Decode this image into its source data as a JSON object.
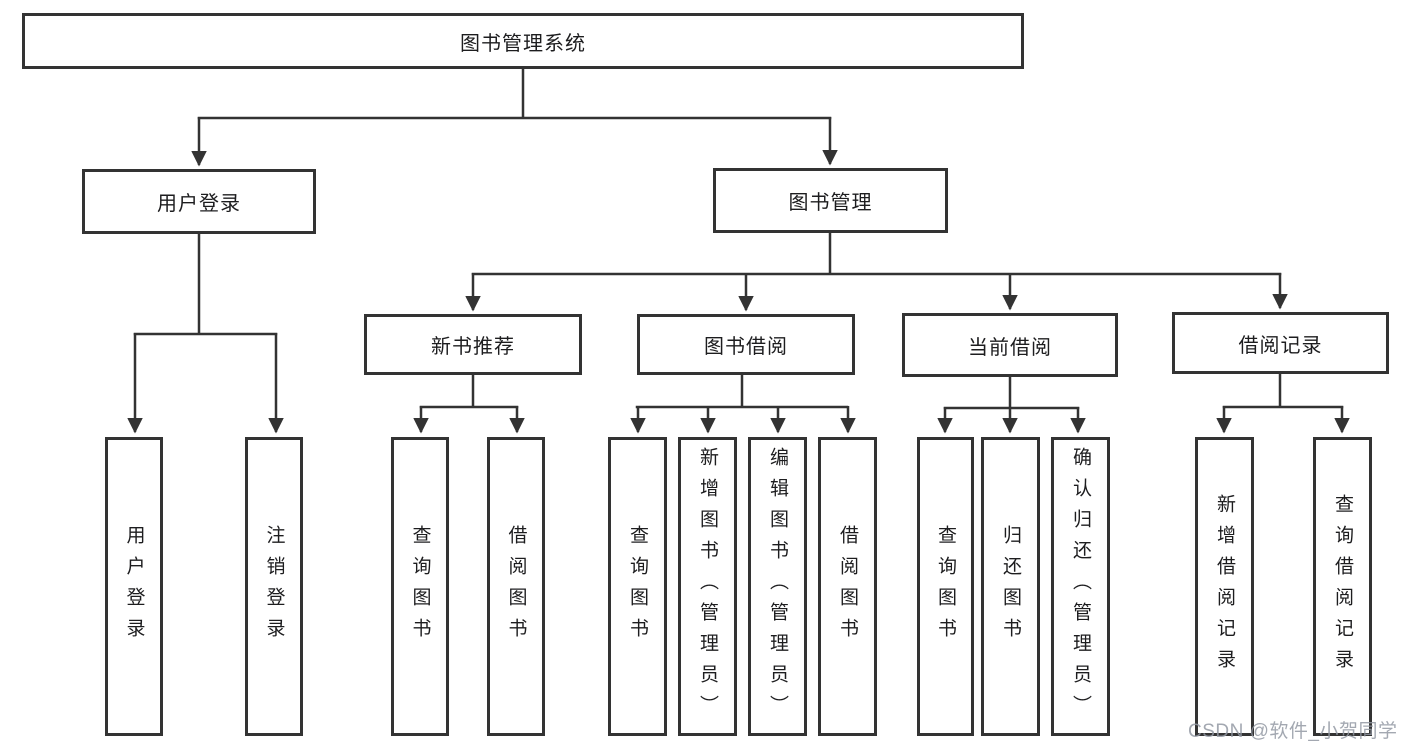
{
  "diagram": {
    "root": {
      "label": "图书管理系统"
    },
    "branches": {
      "user_login": {
        "label": "用户登录",
        "children": [
          {
            "label": "用户登录"
          },
          {
            "label": "注销登录"
          }
        ]
      },
      "book_management": {
        "label": "图书管理",
        "sections": [
          {
            "label": "新书推荐",
            "children": [
              {
                "label": "查询图书"
              },
              {
                "label": "借阅图书"
              }
            ]
          },
          {
            "label": "图书借阅",
            "children": [
              {
                "label": "查询图书"
              },
              {
                "label": "新增图书（管理员）"
              },
              {
                "label": "编辑图书（管理员）"
              },
              {
                "label": "借阅图书"
              }
            ]
          },
          {
            "label": "当前借阅",
            "children": [
              {
                "label": "查询图书"
              },
              {
                "label": "归还图书"
              },
              {
                "label": "确认归还（管理员）"
              }
            ]
          },
          {
            "label": "借阅记录",
            "children": [
              {
                "label": "新增借阅记录"
              },
              {
                "label": "查询借阅记录"
              }
            ]
          }
        ]
      }
    }
  },
  "watermark": {
    "text": "CSDN @软件_小贺同学"
  },
  "colors": {
    "line": "#333333",
    "text": "#1d1d1f",
    "box_background": "#ffffff",
    "watermark": "#9399a3"
  }
}
